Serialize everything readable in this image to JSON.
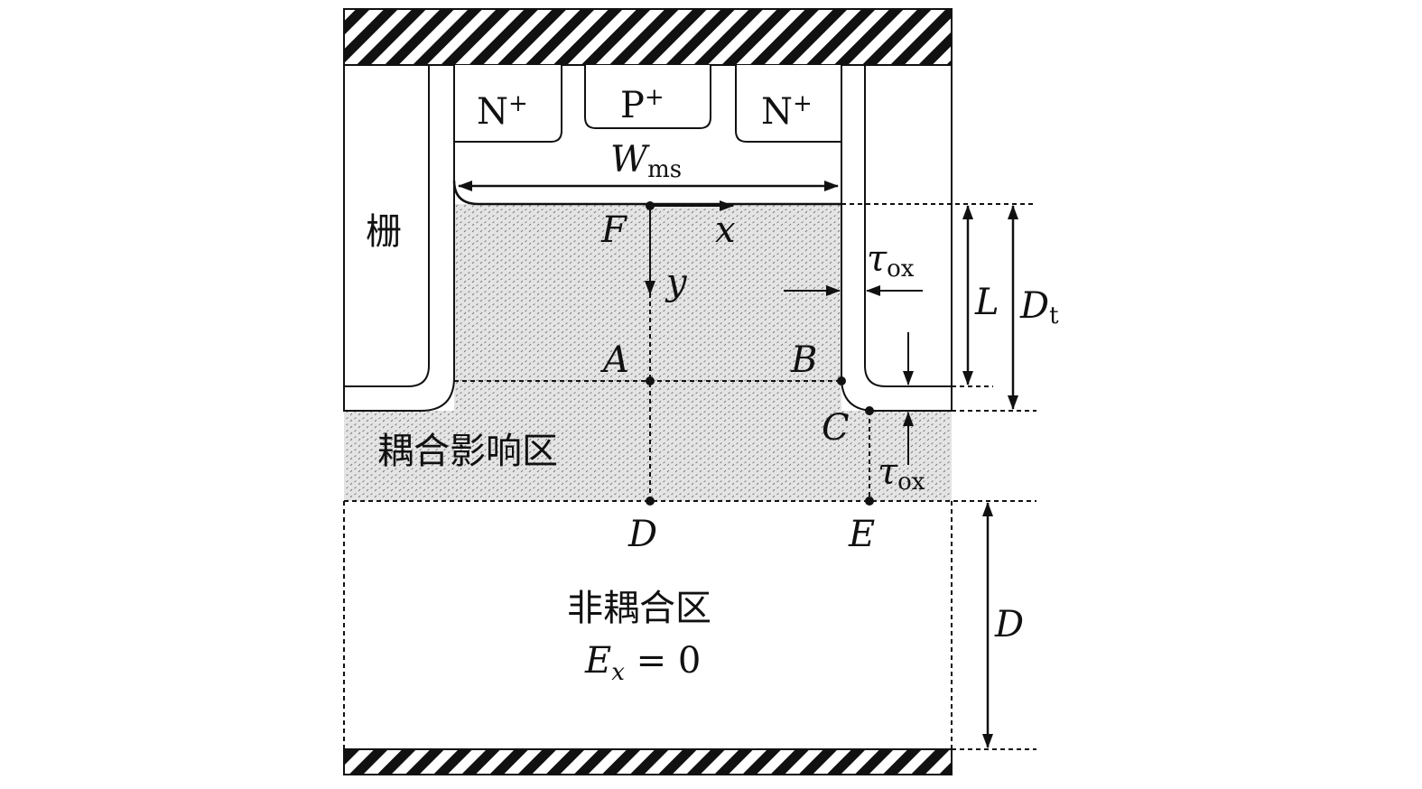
{
  "labels": {
    "n_plus_left": "N",
    "n_plus_right": "N",
    "p_plus": "P",
    "plus": "+",
    "w": "W",
    "w_sub": "ms",
    "gate": "栅",
    "f": "F",
    "x": "x",
    "y": "y",
    "a": "A",
    "b": "B",
    "c": "C",
    "d": "D",
    "e": "E",
    "tau": "τ",
    "tau_sub": "ox",
    "l": "L",
    "dt": "D",
    "dt_sub": "t",
    "d_right": "D",
    "coupled_region": "耦合影响区",
    "uncoupled_region": "非耦合区",
    "ex_eq": "E",
    "ex_sub": "x",
    "ex_rhs": " = 0"
  }
}
